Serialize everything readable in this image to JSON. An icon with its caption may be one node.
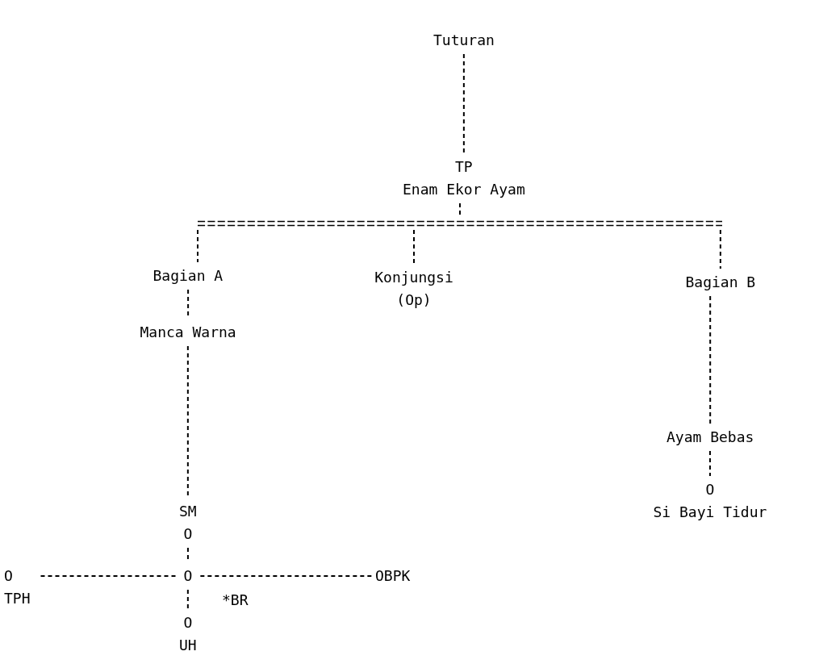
{
  "diagram": {
    "nodes": [
      {
        "text": [
          "Tuturan"
        ]
      },
      {
        "text": [
          "TP",
          "Enam Ekor Ayam"
        ]
      },
      {
        "text": [],
        "shape": "bar"
      },
      {
        "text": [
          "Bagian A"
        ]
      },
      {
        "text": [
          "Konjungsi (Op)"
        ]
      },
      {
        "text": [
          "Bagian B"
        ]
      },
      {
        "text": [
          "Manca Warna"
        ]
      },
      {
        "text": [
          "SM",
          "O"
        ]
      },
      {
        "text": [
          "O"
        ]
      },
      {
        "text": [
          "O",
          "TPH"
        ]
      },
      {
        "text": [
          "OBPK"
        ]
      },
      {
        "text": [
          "O",
          "UH"
        ]
      },
      {
        "text": [
          "Ayam Bebas"
        ]
      },
      {
        "text": [
          "O",
          "Si Bayi Tidur"
        ]
      }
    ],
    "edges": [
      {
        "from": 0,
        "to": 1,
        "arrow": "none",
        "style": "dashed"
      },
      {
        "from": 1,
        "to": 2,
        "arrow": "none",
        "style": "dashed"
      },
      {
        "from": 2,
        "to": 3,
        "arrow": "none",
        "style": "dashed"
      },
      {
        "from": 2,
        "to": 4,
        "arrow": "none",
        "style": "dashed"
      },
      {
        "from": 2,
        "to": 5,
        "arrow": "none",
        "style": "dashed"
      },
      {
        "from": 3,
        "to": 6,
        "arrow": "none",
        "style": "dashed"
      },
      {
        "from": 6,
        "to": 7,
        "arrow": "none",
        "style": "dashed"
      },
      {
        "from": 7,
        "to": 8,
        "arrow": "none",
        "style": "dashed"
      },
      {
        "from": 8,
        "to": 9,
        "arrow": "none",
        "style": "dashed"
      },
      {
        "from": 8,
        "to": 10,
        "arrow": "none",
        "style": "dashed"
      },
      {
        "from": 8,
        "to": 11,
        "arrow": "none",
        "style": "dashed"
      },
      {
        "from": 5,
        "to": 12,
        "arrow": "none",
        "style": "dashed"
      },
      {
        "from": 12,
        "to": 13,
        "arrow": "none",
        "style": "dashed"
      }
    ],
    "labels": [
      "*BR"
    ]
  }
}
